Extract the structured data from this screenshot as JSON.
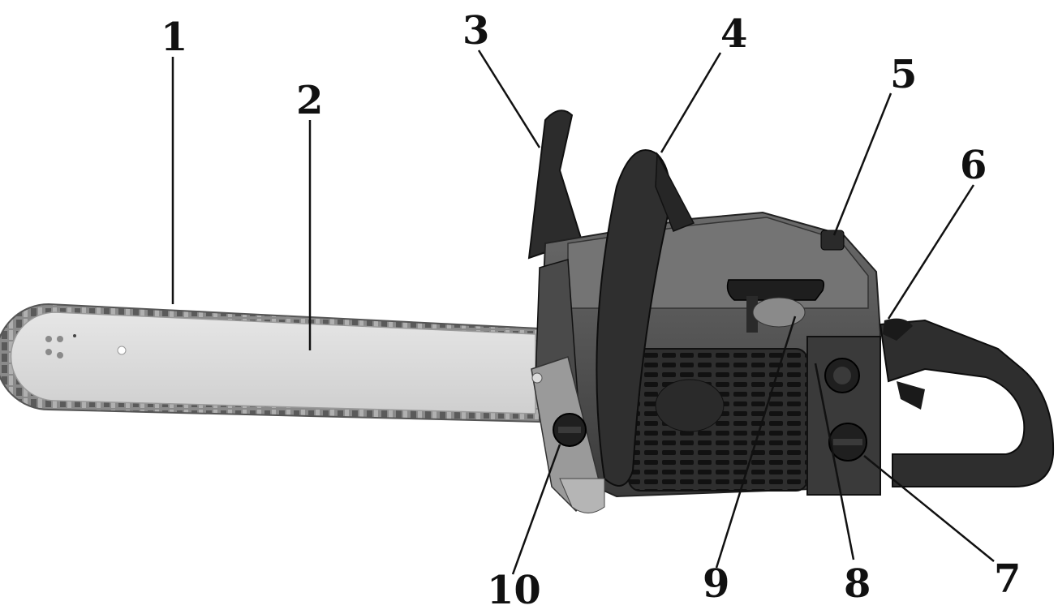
{
  "figure": {
    "subject": "chainsaw-parts-diagram",
    "callouts": [
      {
        "label": "1"
      },
      {
        "label": "2"
      },
      {
        "label": "3"
      },
      {
        "label": "4"
      },
      {
        "label": "5"
      },
      {
        "label": "6"
      },
      {
        "label": "7"
      },
      {
        "label": "8"
      },
      {
        "label": "9"
      },
      {
        "label": "10"
      }
    ]
  },
  "colors": {
    "background": "#ffffff",
    "bar": "#d9d9d9",
    "chain": "#7a7a7a",
    "body": "#4a4a4a",
    "body_dark": "#2a2a2a",
    "handle": "#333333",
    "leader": "#111111"
  }
}
